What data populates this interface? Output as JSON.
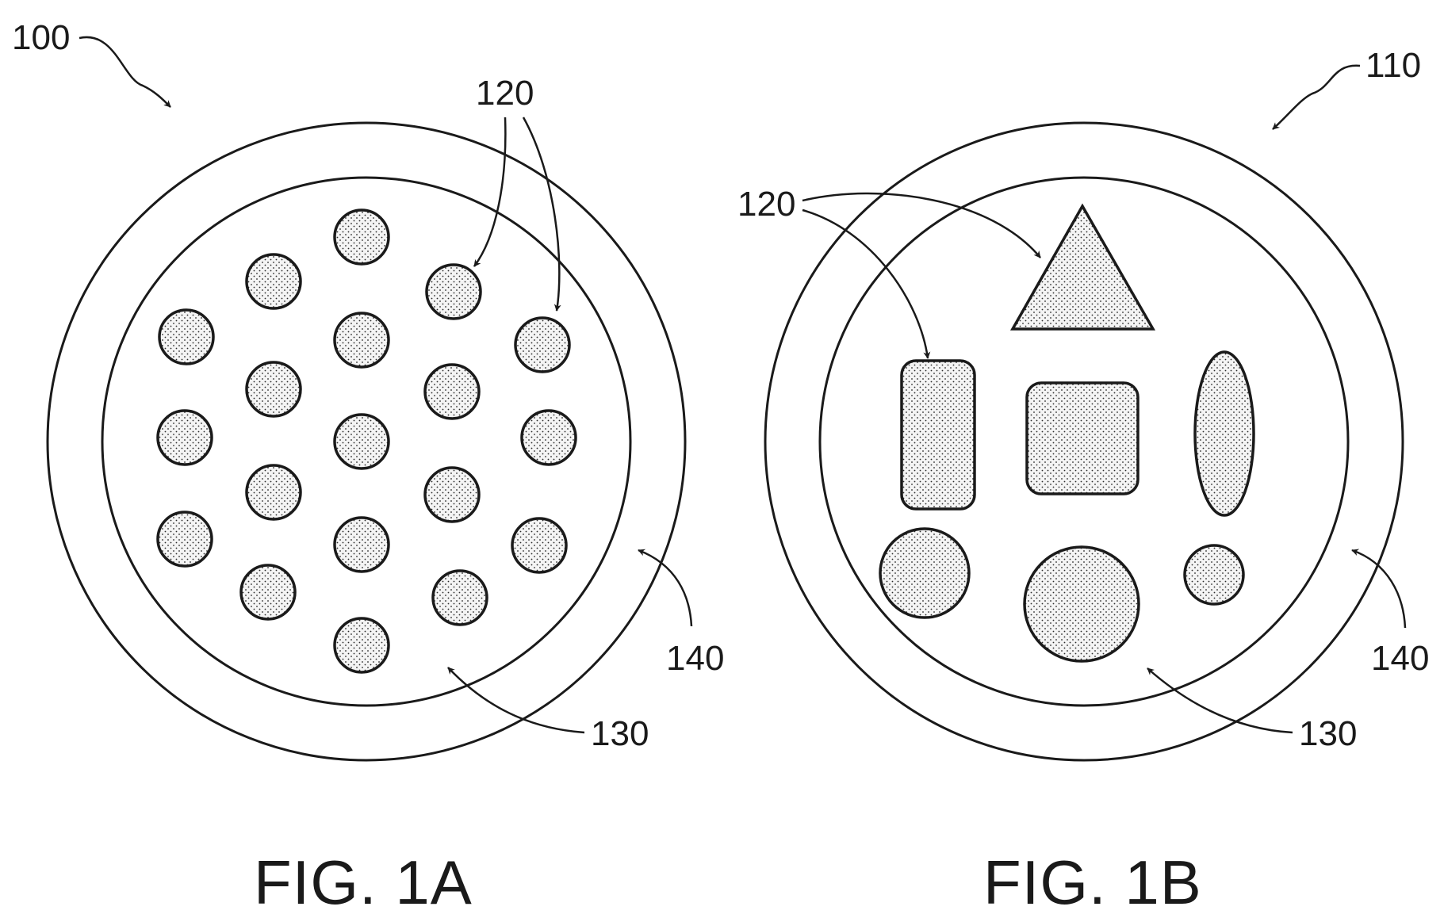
{
  "figures": [
    {
      "id": "fig-1a",
      "caption": "FIG. 1A",
      "assembly_ref": "100",
      "particle_ref": "120",
      "matrix_ref": "130",
      "shell_ref": "140"
    },
    {
      "id": "fig-1b",
      "caption": "FIG. 1B",
      "assembly_ref": "110",
      "particle_ref": "120",
      "matrix_ref": "130",
      "shell_ref": "140"
    }
  ],
  "colors": {
    "line": "#1a1a1a",
    "background": "#ffffff",
    "stipple": "#2a2a2a"
  }
}
